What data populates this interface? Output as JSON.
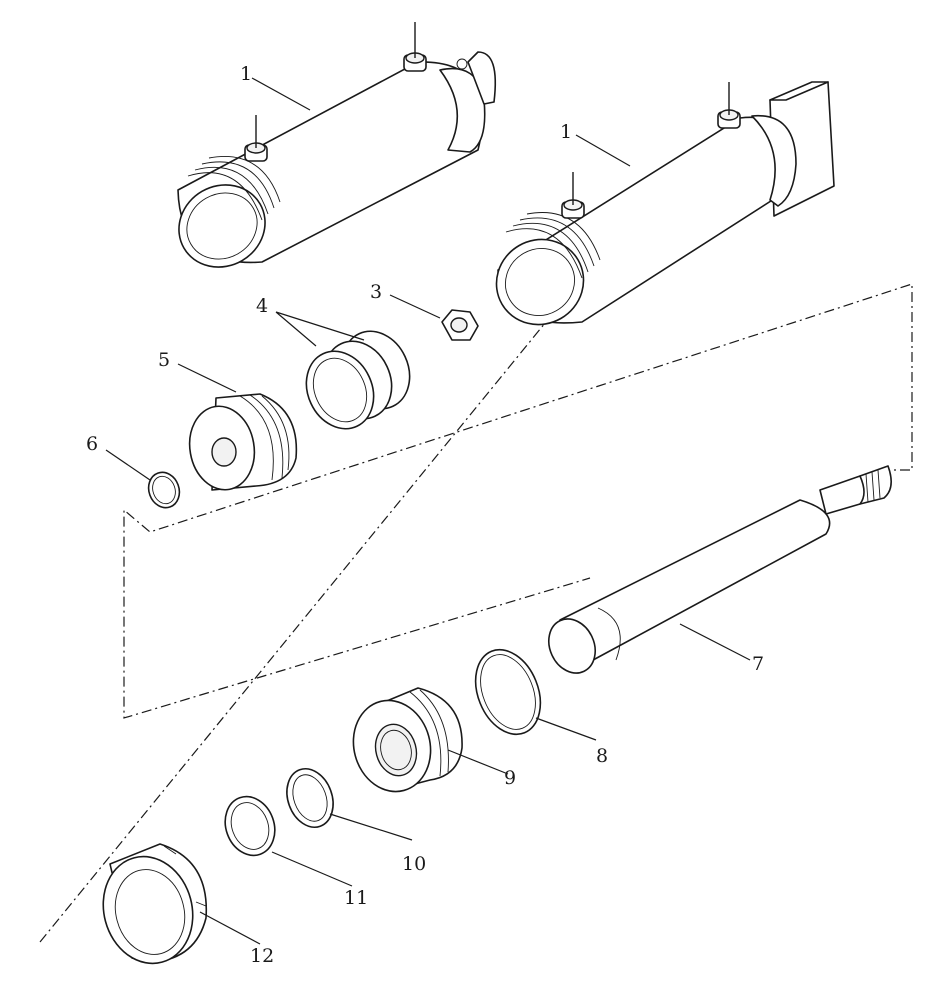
{
  "callouts": {
    "c1a": "1",
    "c1b": "1",
    "c3": "3",
    "c4": "4",
    "c5": "5",
    "c6": "6",
    "c7": "7",
    "c8": "8",
    "c9": "9",
    "c10": "10",
    "c11": "11",
    "c12": "12"
  }
}
